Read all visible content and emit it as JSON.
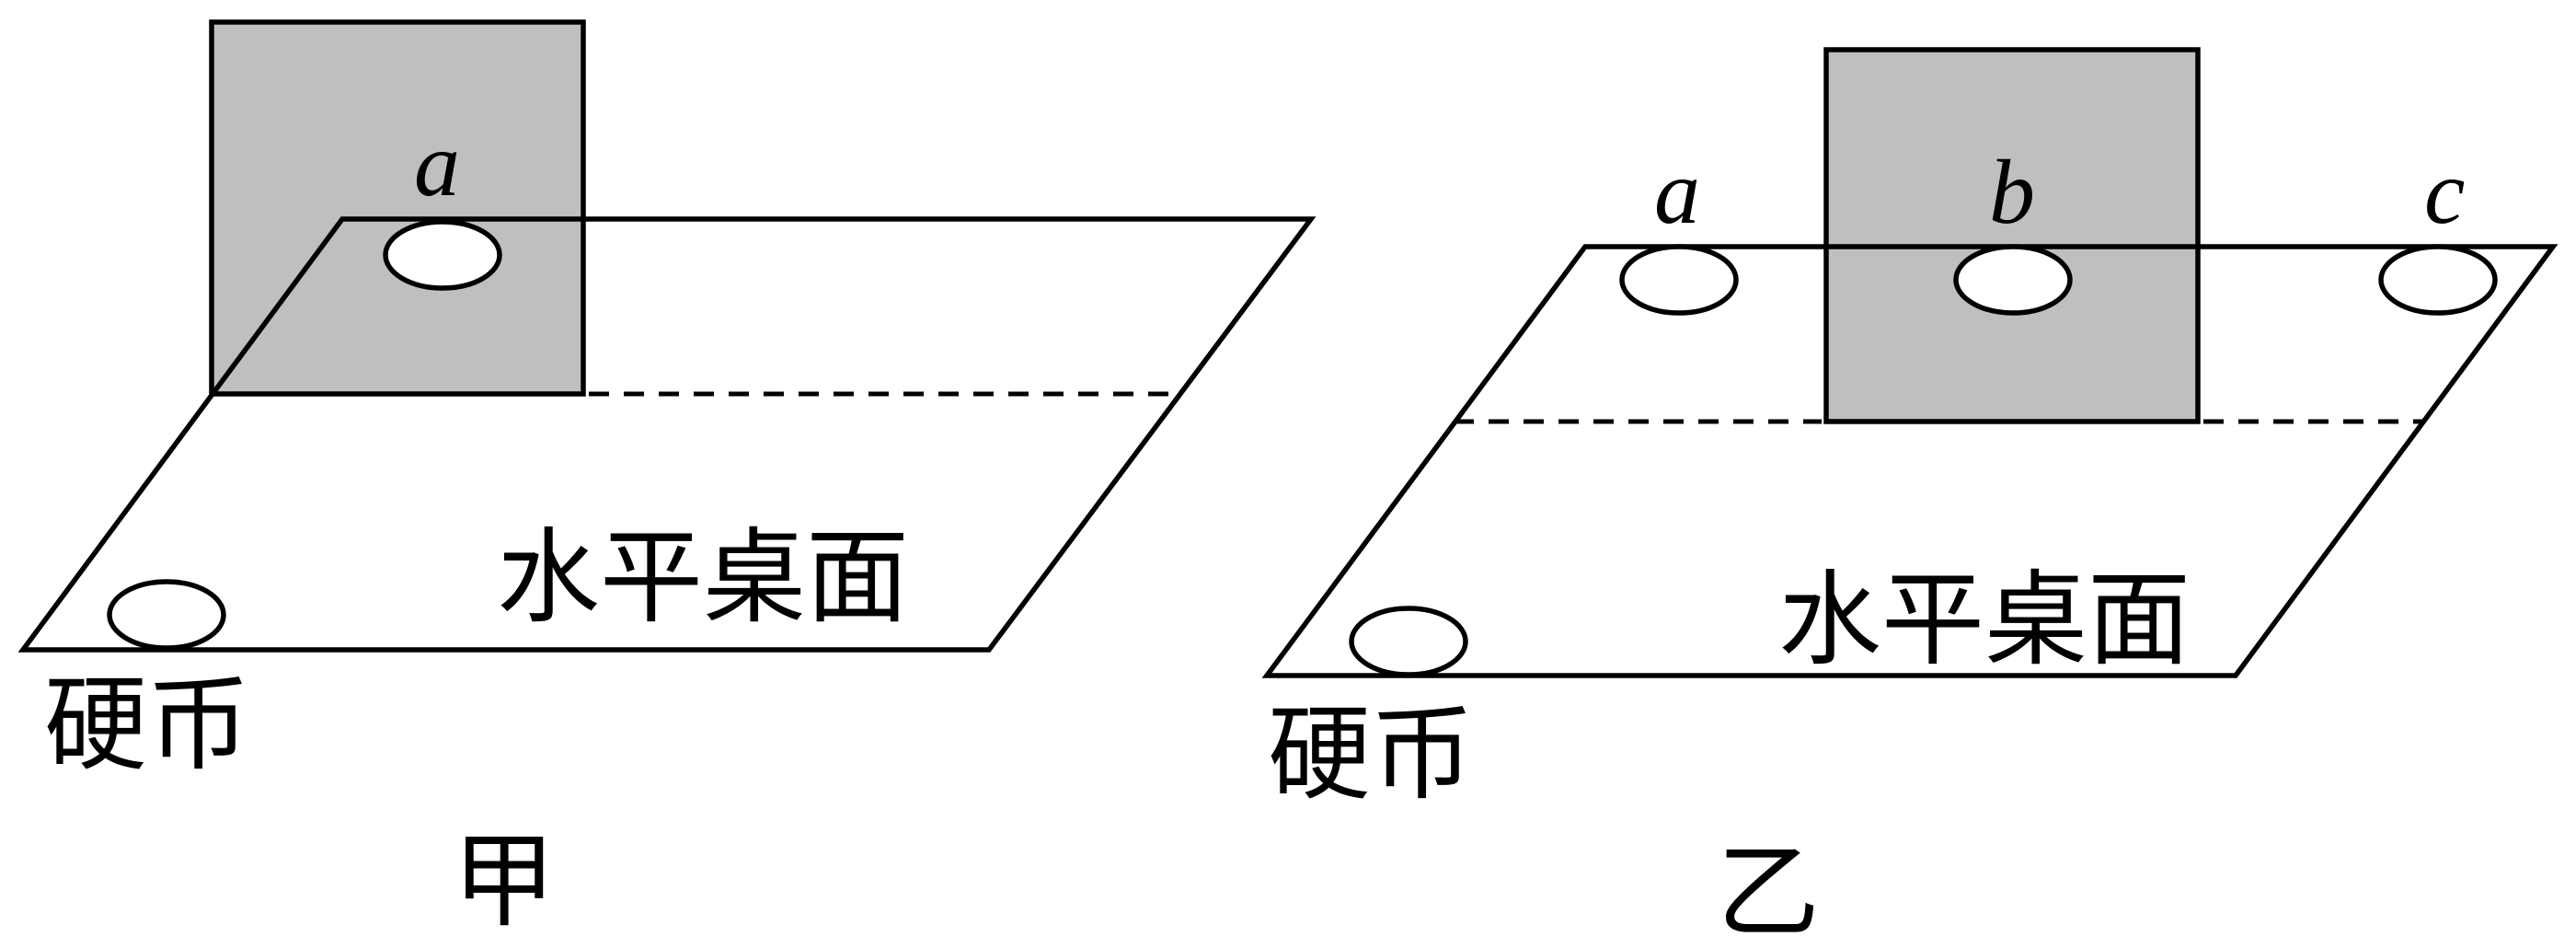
{
  "figure_left": {
    "caption": "甲",
    "surface_label": "水平桌面",
    "coin_label": "硬币",
    "markers": [
      "a"
    ]
  },
  "figure_right": {
    "caption": "乙",
    "surface_label": "水平桌面",
    "coin_label": "硬币",
    "markers": [
      "a",
      "b",
      "c"
    ]
  }
}
